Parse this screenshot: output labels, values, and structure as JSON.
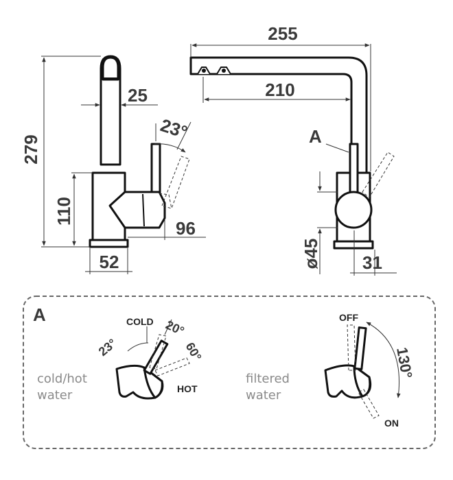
{
  "dimensions": {
    "d255": "255",
    "d210": "210",
    "d25": "25",
    "d279": "279",
    "d110": "110",
    "d52": "52",
    "d96": "96",
    "d45": "ø45",
    "d31": "31",
    "a23_top": "23°",
    "a23_detail": "23°",
    "a20": "20°",
    "a60": "60°",
    "a130": "130°"
  },
  "labels": {
    "marker_a": "A",
    "detail_a": "A",
    "cold": "COLD",
    "hot": "HOT",
    "off": "OFF",
    "on": "ON",
    "cold_hot_line1": "cold/hot",
    "cold_hot_line2": "water",
    "filtered_line1": "filtered",
    "filtered_line2": "water"
  },
  "colors": {
    "outline": "#111111",
    "dimension_text": "#3a3a3a",
    "caption_text": "#8a8a8a",
    "detail_border": "#666666"
  }
}
